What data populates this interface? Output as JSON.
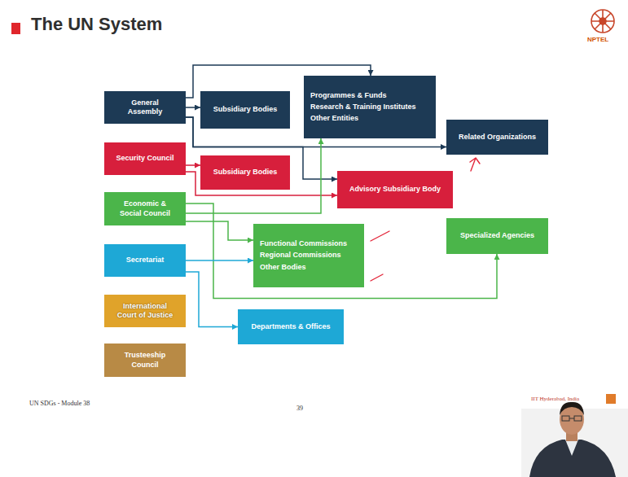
{
  "diagram": {
    "title": "The UN System",
    "nodes": [
      {
        "text": [
          "General Assembly"
        ]
      },
      {
        "text": [
          "Subsidiary Bodies"
        ]
      },
      {
        "text": [
          "Programmes & Funds",
          "Research & Training Institutes",
          "Other Entities"
        ]
      },
      {
        "text": [
          "Related Organizations"
        ]
      },
      {
        "text": [
          "Security Council"
        ]
      },
      {
        "text": [
          "Subsidiary Bodies"
        ]
      },
      {
        "text": [
          "Advisory Subsidiary Body"
        ]
      },
      {
        "text": [
          "Economic & Social Council"
        ]
      },
      {
        "text": [
          "Functional Commissions",
          "Regional Commissions",
          "Other Bodies"
        ]
      },
      {
        "text": [
          "Specialized Agencies"
        ]
      },
      {
        "text": [
          "Secretariat"
        ]
      },
      {
        "text": [
          "Departments & Offices"
        ]
      },
      {
        "text": [
          "International Court of Justice"
        ]
      },
      {
        "text": [
          "Trusteeship Council"
        ]
      }
    ],
    "edges": [
      {
        "from": 0,
        "to": 1,
        "arrow": "to"
      },
      {
        "from": 0,
        "to": 2,
        "arrow": "to"
      },
      {
        "from": 0,
        "to": 3,
        "arrow": "to"
      },
      {
        "from": 0,
        "to": 6,
        "arrow": "to"
      },
      {
        "from": 4,
        "to": 5,
        "arrow": "to"
      },
      {
        "from": 4,
        "to": 6,
        "arrow": "to"
      },
      {
        "from": 7,
        "to": 2,
        "arrow": "to"
      },
      {
        "from": 7,
        "to": 8,
        "arrow": "to"
      },
      {
        "from": 7,
        "to": 9,
        "arrow": "to"
      },
      {
        "from": 10,
        "to": 8,
        "arrow": "to"
      },
      {
        "from": 10,
        "to": 11,
        "arrow": "to"
      }
    ],
    "labels": [
      "NPTEL",
      "UN SDGs - Module 38",
      "39",
      "IIT Hyderabad, India"
    ]
  }
}
